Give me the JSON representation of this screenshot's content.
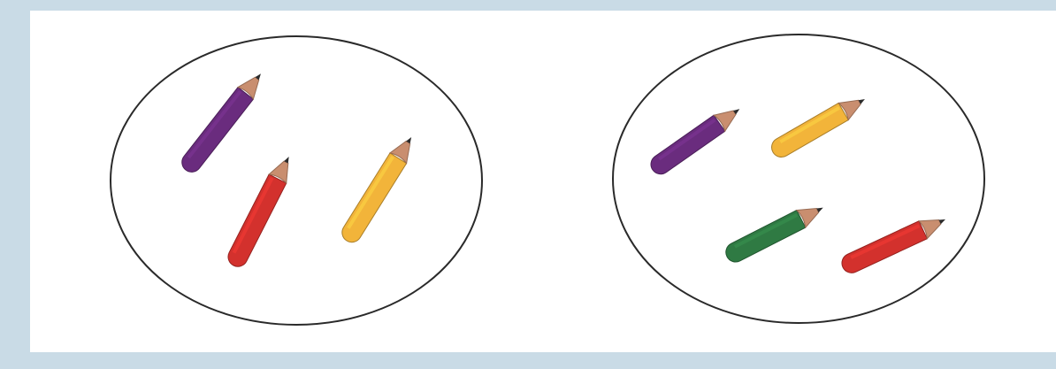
{
  "colors": {
    "frame": "#c9dbe6",
    "panel": "#ffffff",
    "outline": "#2a2a2a",
    "wood": "#c98e6f",
    "lead": "#2b2b2b",
    "purple": "#6a2c7e",
    "red": "#d3312d",
    "yellow": "#f2b43a",
    "green": "#2f7a43"
  },
  "groups": [
    {
      "name": "group-left",
      "pencils": [
        {
          "color": "purple"
        },
        {
          "color": "red"
        },
        {
          "color": "yellow"
        }
      ]
    },
    {
      "name": "group-right",
      "pencils": [
        {
          "color": "purple"
        },
        {
          "color": "yellow"
        },
        {
          "color": "green"
        },
        {
          "color": "red"
        }
      ]
    }
  ]
}
